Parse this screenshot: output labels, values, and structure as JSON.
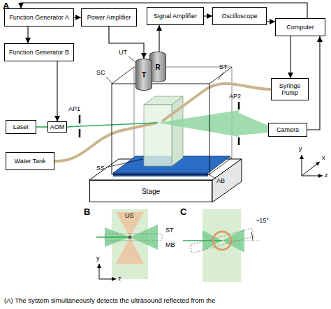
{
  "diagram": {
    "caption": "(A) The system simultaneously detects the ultrasound reflected from the",
    "nodes": [
      {
        "text": [
          "Function Generator A"
        ]
      },
      {
        "text": [
          "Power Amplifier"
        ]
      },
      {
        "text": [
          "Signal Amplifier"
        ]
      },
      {
        "text": [
          "Oscilloscope"
        ]
      },
      {
        "text": [
          "Computer"
        ]
      },
      {
        "text": [
          "Function Generator B"
        ]
      },
      {
        "text": [
          "Laser"
        ]
      },
      {
        "text": [
          "AOM"
        ]
      },
      {
        "text": [
          "Syringe Pump"
        ]
      },
      {
        "text": [
          "T"
        ]
      },
      {
        "text": [
          "R"
        ]
      },
      {
        "text": [
          "Water Tank"
        ]
      },
      {
        "text": [
          "Camera"
        ]
      },
      {
        "text": [
          "Stage"
        ]
      }
    ],
    "edges": [
      {
        "from": 0,
        "to": 1,
        "arrow": "to"
      },
      {
        "from": 0,
        "to": 5,
        "arrow": "to"
      },
      {
        "from": 5,
        "to": 7,
        "arrow": "to"
      },
      {
        "from": 6,
        "to": 7,
        "arrow": "none"
      },
      {
        "from": 1,
        "to": 9,
        "arrow": "to"
      },
      {
        "from": 10,
        "to": 2,
        "arrow": "to"
      },
      {
        "from": 2,
        "to": 3,
        "arrow": "to"
      },
      {
        "from": 3,
        "to": 4,
        "arrow": "to"
      },
      {
        "from": 4,
        "to": 8,
        "arrow": "to"
      },
      {
        "from": 12,
        "to": 4,
        "arrow": "to"
      },
      {
        "from": 4,
        "to": 0,
        "arrow": "to"
      }
    ],
    "labels": [
      "A",
      "UT",
      "SC",
      "ST",
      "AP1",
      "AP2",
      "SS",
      "AB",
      "y",
      "x",
      "z",
      "B",
      "US",
      "ST",
      "MB",
      "y",
      "z",
      "C",
      "~15°"
    ]
  }
}
